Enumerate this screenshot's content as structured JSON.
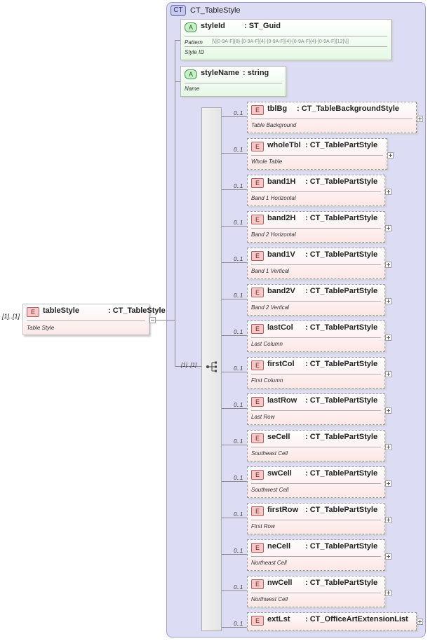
{
  "complex_type": {
    "badge": "CT",
    "name": "CT_TableStyle"
  },
  "root": {
    "badge": "E",
    "name": "tableStyle",
    "type": ": CT_TableStyle",
    "description": "Table Style",
    "occurrence": "[1]..[1]"
  },
  "attributes": [
    {
      "badge": "A",
      "name": "styleId",
      "type": ": ST_Guid",
      "pattern_label": "Pattern",
      "pattern": "[\\{[0-9A-F]{8}-[0-9A-F]{4}-[0-9A-F]{4}-[0-9A-F]{4}-[0-9A-F]{12}\\}]",
      "description": "Style ID"
    },
    {
      "badge": "A",
      "name": "styleName",
      "type": ": string",
      "description": "Name"
    }
  ],
  "sequence": {
    "occurrence": "[1]..[1]",
    "icon": "sequence-compositor-icon"
  },
  "elements": [
    {
      "badge": "E",
      "occurrence": "0..1",
      "name": "tblBg",
      "type": ": CT_TableBackgroundStyle",
      "description": "Table Background"
    },
    {
      "badge": "E",
      "occurrence": "0..1",
      "name": "wholeTbl",
      "type": ": CT_TablePartStyle",
      "description": "Whole Table"
    },
    {
      "badge": "E",
      "occurrence": "0..1",
      "name": "band1H",
      "type": ": CT_TablePartStyle",
      "description": "Band 1 Horizontal"
    },
    {
      "badge": "E",
      "occurrence": "0..1",
      "name": "band2H",
      "type": ": CT_TablePartStyle",
      "description": "Band 2 Horizontal"
    },
    {
      "badge": "E",
      "occurrence": "0..1",
      "name": "band1V",
      "type": ": CT_TablePartStyle",
      "description": "Band 1 Vertical"
    },
    {
      "badge": "E",
      "occurrence": "0..1",
      "name": "band2V",
      "type": ": CT_TablePartStyle",
      "description": "Band 2 Vertical"
    },
    {
      "badge": "E",
      "occurrence": "0..1",
      "name": "lastCol",
      "type": ": CT_TablePartStyle",
      "description": "Last Column"
    },
    {
      "badge": "E",
      "occurrence": "0..1",
      "name": "firstCol",
      "type": ": CT_TablePartStyle",
      "description": "First Column"
    },
    {
      "badge": "E",
      "occurrence": "0..1",
      "name": "lastRow",
      "type": ": CT_TablePartStyle",
      "description": "Last Row"
    },
    {
      "badge": "E",
      "occurrence": "0..1",
      "name": "seCell",
      "type": ": CT_TablePartStyle",
      "description": "Southeast Cell"
    },
    {
      "badge": "E",
      "occurrence": "0..1",
      "name": "swCell",
      "type": ": CT_TablePartStyle",
      "description": "Southwest Cell"
    },
    {
      "badge": "E",
      "occurrence": "0..1",
      "name": "firstRow",
      "type": ": CT_TablePartStyle",
      "description": "First Row"
    },
    {
      "badge": "E",
      "occurrence": "0..1",
      "name": "neCell",
      "type": ": CT_TablePartStyle",
      "description": "Northeast Cell"
    },
    {
      "badge": "E",
      "occurrence": "0..1",
      "name": "nwCell",
      "type": ": CT_TablePartStyle",
      "description": "Northwest Cell"
    },
    {
      "badge": "E",
      "occurrence": "0..1",
      "name": "extLst",
      "type": ": CT_OfficeArtExtensionList",
      "description": ""
    }
  ]
}
